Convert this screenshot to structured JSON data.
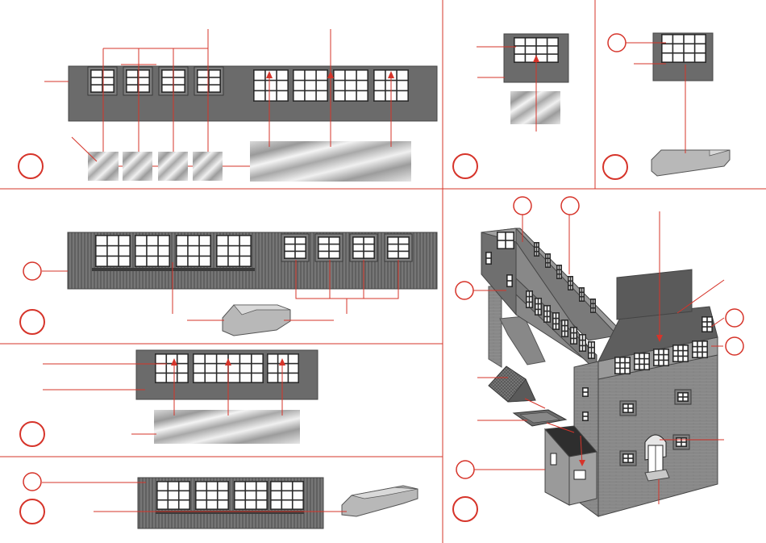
{
  "colors": {
    "accent": "#d6342a",
    "wall_dark": "#6b6b6b",
    "wall_mid": "#8a8a8a",
    "window_frame": "#2b2b2b",
    "glass_light": "#efefef"
  },
  "panels": [
    {
      "id": "step-1",
      "parts": [
        "wall-panel",
        "small-windows-x4",
        "large-windows-x4",
        "glazing-x4",
        "glazing-large"
      ]
    },
    {
      "id": "step-2",
      "parts": [
        "window-frame",
        "glazing"
      ]
    },
    {
      "id": "step-3",
      "parts": [
        "window-frame",
        "roof-part"
      ]
    },
    {
      "id": "step-4",
      "parts": [
        "wall-panel-wood",
        "windows-large-x4",
        "windows-small-x4",
        "ledge-part"
      ]
    },
    {
      "id": "step-5",
      "parts": [
        "wall-panel",
        "windows-x3",
        "glazing"
      ]
    },
    {
      "id": "step-6",
      "parts": [
        "wall-panel-wood",
        "windows-x4",
        "ledge-part"
      ]
    },
    {
      "id": "step-7",
      "parts": [
        "building-assembly",
        "roof-segment",
        "chimney-cap",
        "wall-plate",
        "door"
      ]
    }
  ]
}
